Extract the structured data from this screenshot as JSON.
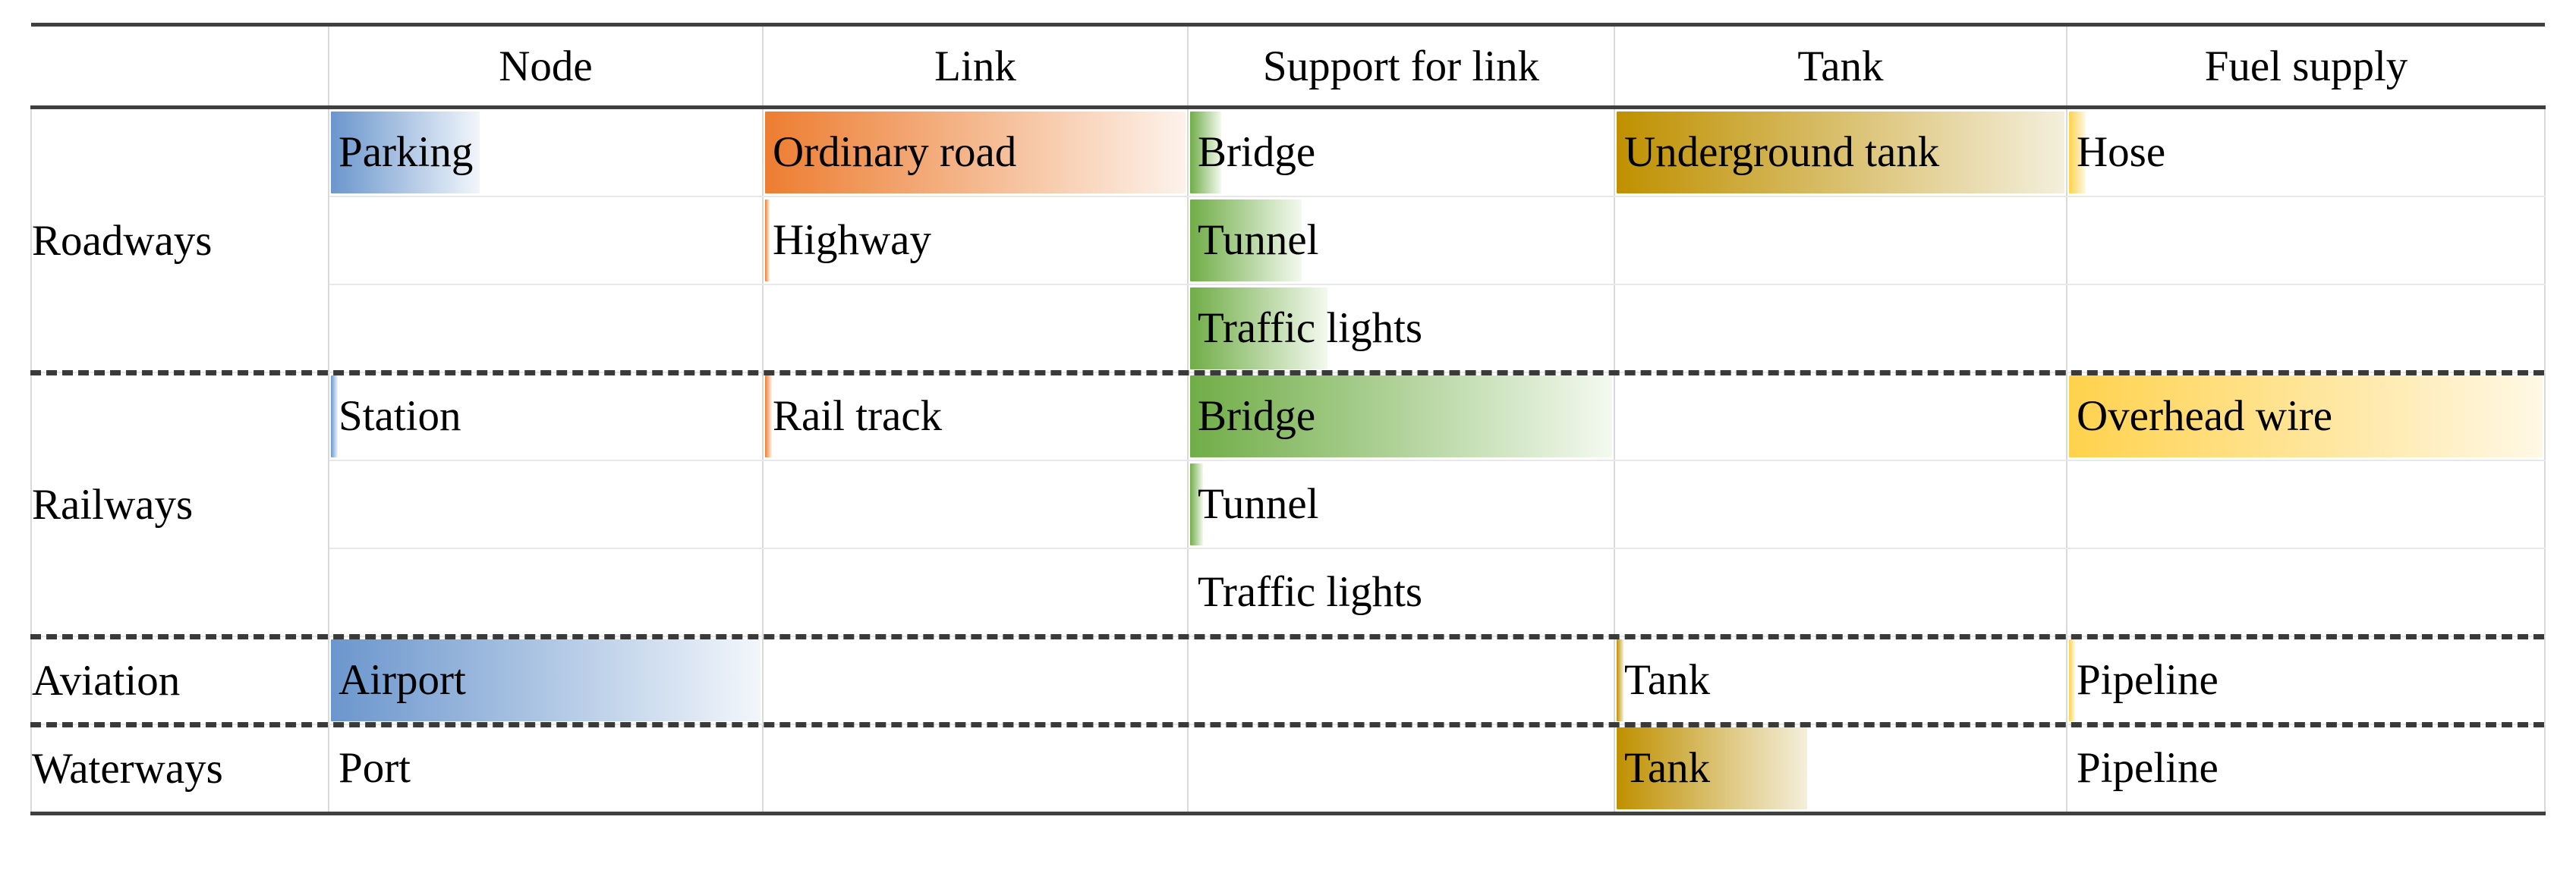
{
  "table": {
    "columns": [
      {
        "key": "category",
        "label": ""
      },
      {
        "key": "node",
        "label": "Node"
      },
      {
        "key": "link",
        "label": "Link"
      },
      {
        "key": "support",
        "label": "Support for link"
      },
      {
        "key": "tank",
        "label": "Tank"
      },
      {
        "key": "fuel",
        "label": "Fuel supply"
      }
    ],
    "groups": [
      {
        "name": "Roadways",
        "rows": [
          {
            "node": {
              "text": "Parking",
              "bar": {
                "color": "blue",
                "width_pct": 35
              }
            },
            "link": {
              "text": "Ordinary road",
              "bar": {
                "color": "orange",
                "width_pct": 100
              }
            },
            "support": {
              "text": "Bridge",
              "bar": {
                "color": "green",
                "width_pct": 8
              }
            },
            "tank": {
              "text": "Underground tank",
              "bar": {
                "color": "gold",
                "width_pct": 100
              }
            },
            "fuel": {
              "text": "Hose",
              "bar": {
                "color": "yellow",
                "width_pct": 4
              }
            }
          },
          {
            "node": {
              "text": "",
              "bar": null
            },
            "link": {
              "text": "Highway",
              "bar": {
                "color": "orange",
                "width_pct": 1
              }
            },
            "support": {
              "text": "Tunnel",
              "bar": {
                "color": "green",
                "width_pct": 27
              }
            },
            "tank": {
              "text": "",
              "bar": null
            },
            "fuel": {
              "text": "",
              "bar": null
            }
          },
          {
            "node": {
              "text": "",
              "bar": null
            },
            "link": {
              "text": "",
              "bar": null
            },
            "support": {
              "text": "Traffic lights",
              "bar": {
                "color": "green",
                "width_pct": 33
              }
            },
            "tank": {
              "text": "",
              "bar": null
            },
            "fuel": {
              "text": "",
              "bar": null
            }
          }
        ]
      },
      {
        "name": "Railways",
        "rows": [
          {
            "node": {
              "text": "Station",
              "bar": {
                "color": "blue",
                "width_pct": 1.6
              }
            },
            "link": {
              "text": "Rail track",
              "bar": {
                "color": "orange",
                "width_pct": 1.6
              }
            },
            "support": {
              "text": "Bridge",
              "bar": {
                "color": "green",
                "width_pct": 100
              }
            },
            "tank": {
              "text": "",
              "bar": null
            },
            "fuel": {
              "text": "Overhead wire",
              "bar": {
                "color": "yellow",
                "width_pct": 100
              }
            }
          },
          {
            "node": {
              "text": "",
              "bar": null
            },
            "link": {
              "text": "",
              "bar": null
            },
            "support": {
              "text": "Tunnel",
              "bar": {
                "color": "green",
                "width_pct": 3
              }
            },
            "tank": {
              "text": "",
              "bar": null
            },
            "fuel": {
              "text": "",
              "bar": null
            }
          },
          {
            "node": {
              "text": "",
              "bar": null
            },
            "link": {
              "text": "",
              "bar": null
            },
            "support": {
              "text": "Traffic lights",
              "bar": null
            },
            "tank": {
              "text": "",
              "bar": null
            },
            "fuel": {
              "text": "",
              "bar": null
            }
          }
        ]
      },
      {
        "name": "Aviation",
        "rows": [
          {
            "node": {
              "text": "Airport",
              "bar": {
                "color": "blue",
                "width_pct": 100
              }
            },
            "link": {
              "text": "",
              "bar": null
            },
            "support": {
              "text": "",
              "bar": null
            },
            "tank": {
              "text": "Tank",
              "bar": {
                "color": "gold",
                "width_pct": 1.6
              }
            },
            "fuel": {
              "text": "Pipeline",
              "bar": {
                "color": "yellow",
                "width_pct": 1.4
              }
            }
          }
        ]
      },
      {
        "name": "Waterways",
        "rows": [
          {
            "node": {
              "text": "Port",
              "bar": null
            },
            "link": {
              "text": "",
              "bar": null
            },
            "support": {
              "text": "",
              "bar": null
            },
            "tank": {
              "text": "Tank",
              "bar": {
                "color": "gold",
                "width_pct": 43
              }
            },
            "fuel": {
              "text": "Pipeline",
              "bar": null
            }
          }
        ]
      }
    ]
  },
  "palette": {
    "blue_start": "#6b96cd",
    "blue_end": "#f2f6fb",
    "orange_start": "#ed7d31",
    "orange_end": "#fdf2ea",
    "green_start": "#70ad47",
    "green_end": "#f3f9ef",
    "gold_start": "#bf9000",
    "gold_end": "#f4efdc",
    "yellow_start": "#ffd24d",
    "yellow_end": "#fff8e5",
    "grid_line": "#d9d9d9",
    "frame_line": "#404040"
  }
}
